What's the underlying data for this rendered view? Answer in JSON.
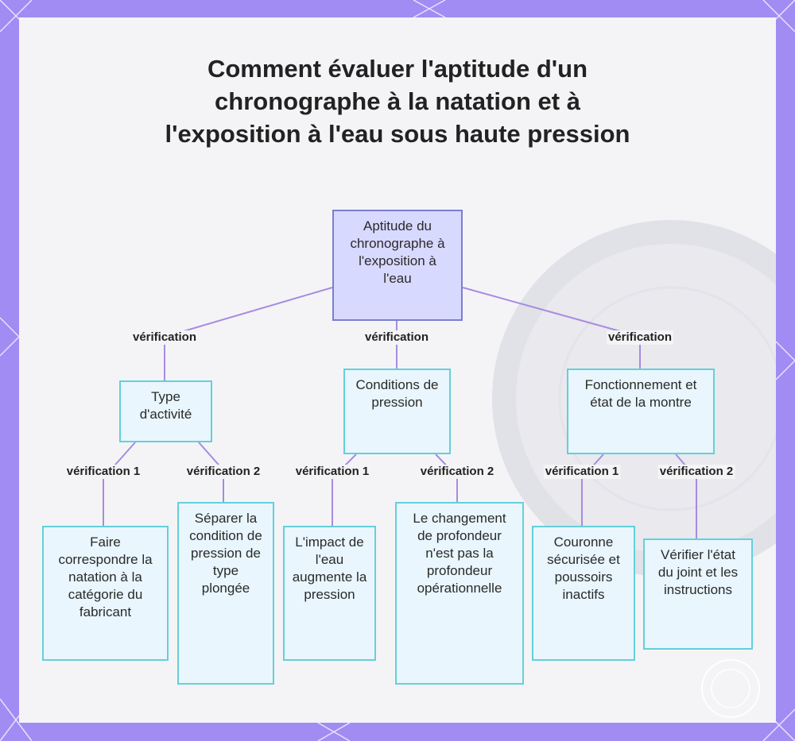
{
  "title": "Comment évaluer l'aptitude d'un chronographe à la natation et à l'exposition à l'eau sous haute pression",
  "colors": {
    "frame": "#a18cf3",
    "panel": "#f4f4f7",
    "edge": "#a88be0",
    "root_fill": "#d8d9ff",
    "root_border": "#7b7fd0",
    "node_fill": "#e9f6fd",
    "node_border": "#64d0da"
  },
  "diagram": {
    "root": {
      "text": "Aptitude du chronographe à l'exposition à l'eau"
    },
    "branches": [
      {
        "edge_label": "vérification",
        "text": "Type d'activité",
        "children": [
          {
            "edge_label": "vérification 1",
            "text": "Faire correspondre la natation à la catégorie du fabricant"
          },
          {
            "edge_label": "vérification 2",
            "text": "Séparer la condition de pression de type plongée"
          }
        ]
      },
      {
        "edge_label": "vérification",
        "text": "Conditions de pression",
        "children": [
          {
            "edge_label": "vérification 1",
            "text": "L'impact de l'eau augmente la pression"
          },
          {
            "edge_label": "vérification 2",
            "text": "Le changement de profondeur n'est pas la profondeur opérationnelle"
          }
        ]
      },
      {
        "edge_label": "vérification",
        "text": "Fonctionnement et état de la montre",
        "children": [
          {
            "edge_label": "vérification 1",
            "text": "Couronne sécurisée et poussoirs inactifs"
          },
          {
            "edge_label": "vérification 2",
            "text": "Vérifier l'état du joint et les instructions"
          }
        ]
      }
    ]
  }
}
